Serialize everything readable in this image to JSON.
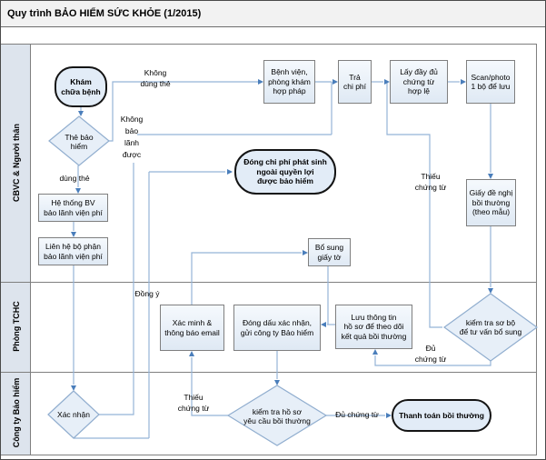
{
  "title": "Quy trình BẢO HIỂM SỨC KHỎE (1/2015)",
  "lanes": [
    {
      "label": "CBVC & Người thân"
    },
    {
      "label": "Phòng TCHC"
    },
    {
      "label": "Công ty Bảo hiểm"
    }
  ],
  "nodes": {
    "kham_chua_benh": {
      "label": "Khám\nchữa bệnh",
      "type": "start"
    },
    "the_bao_hiem": {
      "label": "Thẻ bảo\nhiểm",
      "type": "decision"
    },
    "he_thong_bv": {
      "label": "Hệ thống BV\nbảo lãnh viện phí",
      "type": "process"
    },
    "lien_he_bo_phan": {
      "label": "Liên hệ bộ phận\nbảo lãnh viện phí",
      "type": "process"
    },
    "benh_vien": {
      "label": "Bệnh viện,\nphòng khám\nhợp pháp",
      "type": "process"
    },
    "tra_chi_phi": {
      "label": "Trả\nchi phí",
      "type": "process"
    },
    "lay_day_du": {
      "label": "Lấy đầy đủ\nchứng từ\nhợp lệ",
      "type": "process"
    },
    "scan_photo": {
      "label": "Scan/photo\n1 bộ để lưu",
      "type": "process"
    },
    "giay_de_nghi": {
      "label": "Giấy đề nghị\nbồi thường\n(theo mẫu)",
      "type": "process"
    },
    "dong_chi_phi": {
      "label": "Đóng chi phí phát sinh\nngoài quyền lợi\nđược bảo hiểm",
      "type": "end"
    },
    "bo_sung_giay_to": {
      "label": "Bổ sung\ngiấy tờ",
      "type": "process"
    },
    "xac_minh": {
      "label": "Xác minh &\nthông báo email",
      "type": "process"
    },
    "dong_dau": {
      "label": "Đóng dấu xác nhận,\ngửi công ty Bảo hiểm",
      "type": "process"
    },
    "luu_thong_tin": {
      "label": "Lưu thông tin\nhồ sơ để theo dõi\nkết quả bồi thường",
      "type": "process"
    },
    "kiem_tra_so_bo": {
      "label": "kiểm tra sơ bộ\nđể tư vấn bổ sung",
      "type": "decision"
    },
    "xac_nhan": {
      "label": "Xác nhận",
      "type": "decision"
    },
    "kiem_tra_ho_so": {
      "label": "kiểm tra hồ sơ\nyêu cầu bồi thường",
      "type": "decision"
    },
    "thanh_toan": {
      "label": "Thanh toán bồi thường",
      "type": "end"
    }
  },
  "edges": {
    "khong_dung_the": "Không\ndùng thẻ",
    "dung_the": "dùng thẻ",
    "khong_bao_lanh": "Không\nbảo\nlãnh\nđược",
    "thieu_chung_tu_top": "Thiếu\nchứng từ",
    "dong_y": "Đồng ý",
    "du_chung_tu": "Đủ\nchứng từ",
    "thieu_chung_tu_bottom": "Thiếu\nchứng từ",
    "du_chung_tu_bottom": "Đủ chứng từ"
  },
  "colors": {
    "connector": "#95b3d7",
    "arrowhead": "#4a7ebb",
    "node_fill": "#e7eff8",
    "node_border": "#7f7f7f",
    "terminal_border": "#141414",
    "lane_fill": "#dde4ed",
    "grid": "#7f7f7f"
  }
}
